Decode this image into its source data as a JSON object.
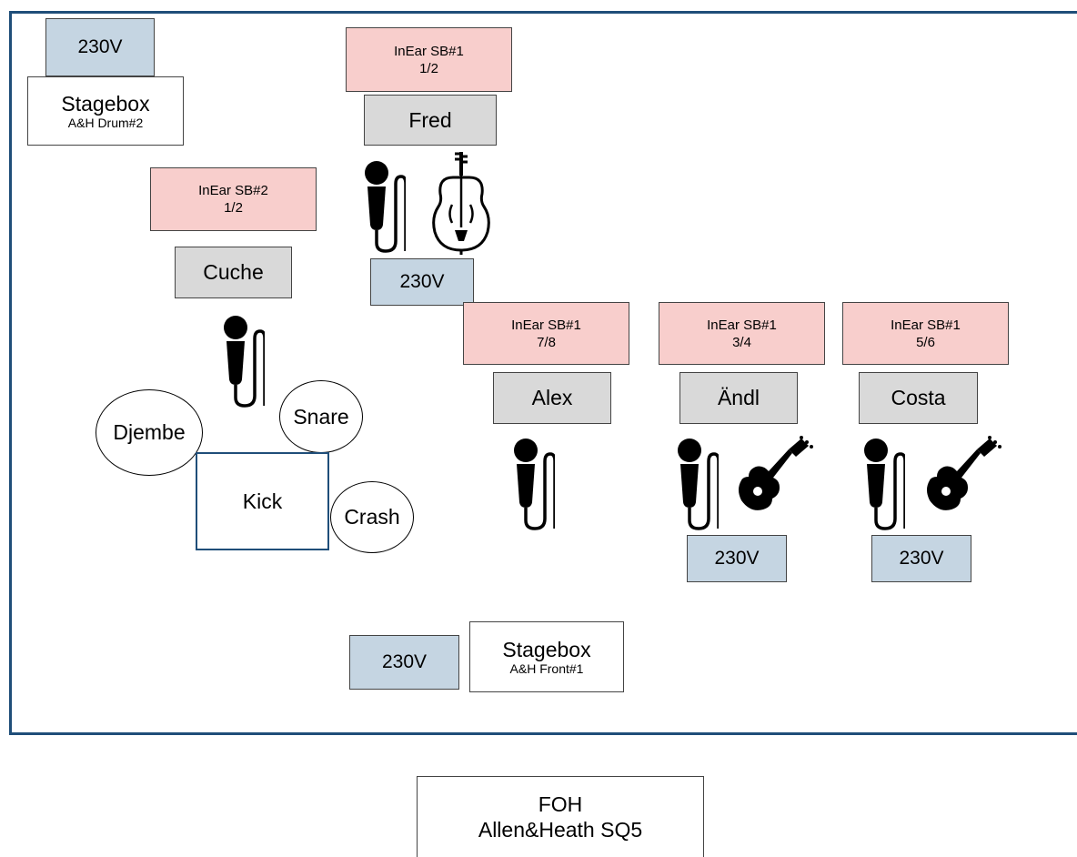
{
  "stage": {
    "power_drum": "230V",
    "stagebox_drum": {
      "title": "Stagebox",
      "sub": "A&H Drum#2"
    },
    "stagebox_front": {
      "title": "Stagebox",
      "sub": "A&H Front#1"
    },
    "power_front": "230V"
  },
  "musicians": {
    "fred": {
      "name": "Fred",
      "inear_line1": "InEar SB#1",
      "inear_line2": "1/2",
      "power": "230V"
    },
    "cuche": {
      "name": "Cuche",
      "inear_line1": "InEar SB#2",
      "inear_line2": "1/2"
    },
    "alex": {
      "name": "Alex",
      "inear_line1": "InEar SB#1",
      "inear_line2": "7/8"
    },
    "andl": {
      "name": "Ändl",
      "inear_line1": "InEar SB#1",
      "inear_line2": "3/4",
      "power": "230V"
    },
    "costa": {
      "name": "Costa",
      "inear_line1": "InEar SB#1",
      "inear_line2": "5/6",
      "power": "230V"
    }
  },
  "drums": {
    "djembe": "Djembe",
    "snare": "Snare",
    "kick": "Kick",
    "crash": "Crash"
  },
  "foh": {
    "line1": "FOH",
    "line2": "Allen&Heath SQ5"
  },
  "colors": {
    "border": "#1f4e79",
    "power": "#c5d5e2",
    "inear": "#f8cecc",
    "name": "#d9d9d9"
  },
  "icons": [
    "microphone-icon",
    "cello-icon",
    "acoustic-guitar-icon"
  ]
}
